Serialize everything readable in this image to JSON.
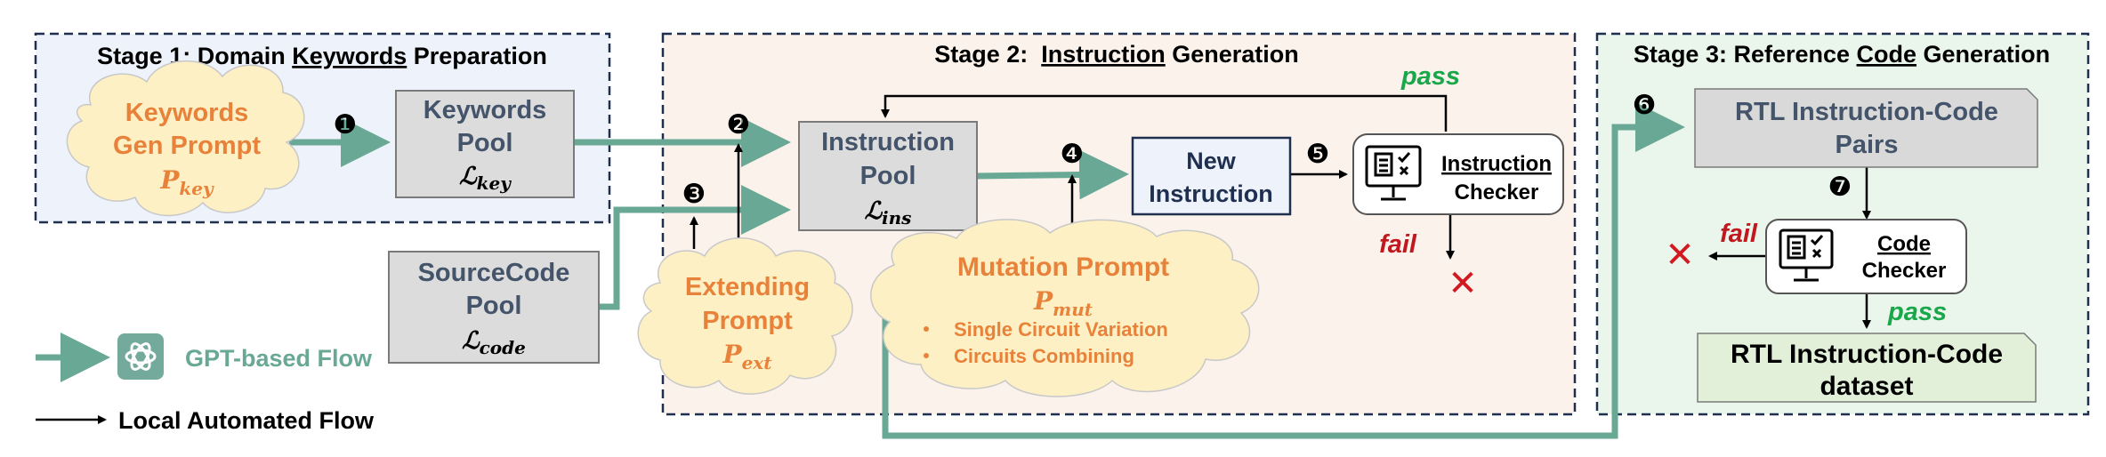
{
  "stage1": {
    "title_pre": "Stage 1: Domain ",
    "title_key": "Keywords",
    "title_post": " Preparation",
    "cloud_line1": "Keywords",
    "cloud_line2": "Gen Prompt",
    "cloud_math": "P",
    "cloud_math_sub": "key",
    "pool_line1": "Keywords",
    "pool_line2": "Pool",
    "pool_math": "ℒ",
    "pool_math_sub": "key"
  },
  "stage2": {
    "title_pre": "Stage 2:  ",
    "title_key": "Instruction",
    "title_post": " Generation",
    "pool_line1": "Instruction",
    "pool_line2": "Pool",
    "pool_math": "ℒ",
    "pool_math_sub": "ins",
    "new_line1": "New",
    "new_line2": "Instruction",
    "checker_line1": "Instruction",
    "checker_line2": "Checker",
    "pass_label": "pass",
    "fail_label": "fail",
    "fail_mark": "✕",
    "ext_line1": "Extending",
    "ext_line2": "Prompt",
    "ext_math": "P",
    "ext_math_sub": "ext",
    "mut_title": "Mutation Prompt",
    "mut_math": "P",
    "mut_math_sub": "mut",
    "mut_bullet1": "Single Circuit Variation",
    "mut_bullet2": "Circuits Combining"
  },
  "source_pool": {
    "line1": "SourceCode",
    "line2": "Pool",
    "math": "ℒ",
    "math_sub": "code"
  },
  "stage3": {
    "title_pre": "Stage 3: Reference ",
    "title_key": "Code",
    "title_post": " Generation",
    "pairs_line1": "RTL  Instruction-Code",
    "pairs_line2": "Pairs",
    "checker_line1": "Code",
    "checker_line2": "Checker",
    "fail_label": "fail",
    "pass_label": "pass",
    "fail_mark": "✕",
    "dataset_line1": "RTL Instruction-Code",
    "dataset_line2": "dataset"
  },
  "steps": [
    "❶",
    "❷",
    "❸",
    "❹",
    "❺",
    "❻",
    "❼"
  ],
  "legend": {
    "gpt_flow": "GPT-based Flow",
    "local_flow": "Local Automated Flow"
  },
  "colors": {
    "gpt_flow": "#6aa896",
    "orange_text": "#e8823a",
    "cloud_fill": "#fdf0c4",
    "pass_green": "#18a84a",
    "fail_red": "#c0181e",
    "dark_blue_text": "#44546a"
  }
}
